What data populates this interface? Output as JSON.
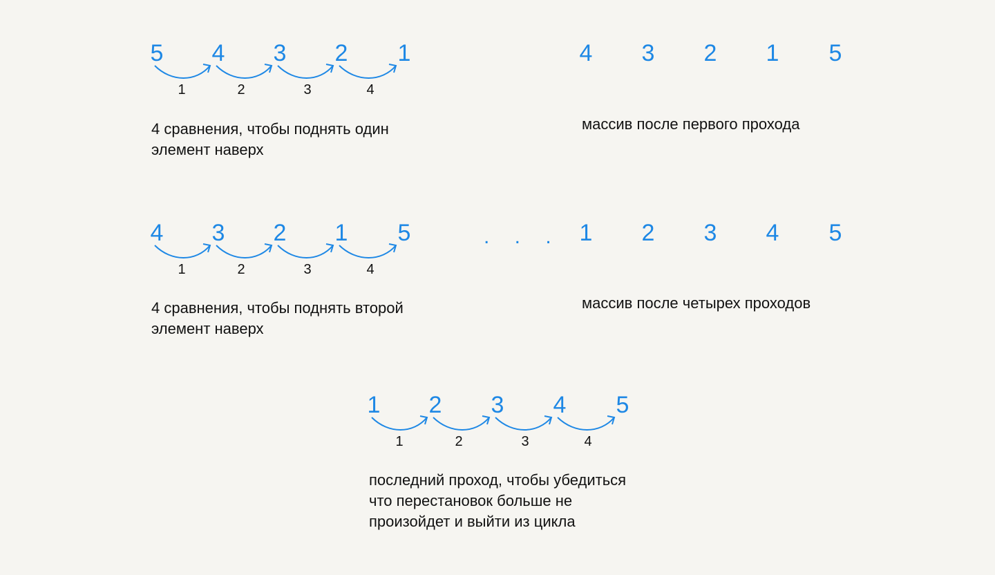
{
  "colors": {
    "accent": "#1e88e5",
    "text": "#111111",
    "background": "#f6f5f1"
  },
  "passes": [
    {
      "numbers": [
        "5",
        "4",
        "3",
        "2",
        "1"
      ],
      "comparisons": [
        "1",
        "2",
        "3",
        "4"
      ],
      "caption": [
        "4 сравнения, чтобы поднять один",
        "элемент наверх"
      ]
    },
    {
      "numbers": [
        "4",
        "3",
        "2",
        "1",
        "5"
      ],
      "comparisons": [
        "1",
        "2",
        "3",
        "4"
      ],
      "caption": [
        "4 сравнения, чтобы поднять второй",
        "элемент наверх"
      ]
    },
    {
      "numbers": [
        "1",
        "2",
        "3",
        "4",
        "5"
      ],
      "comparisons": [
        "1",
        "2",
        "3",
        "4"
      ],
      "caption": [
        "последний проход, чтобы убедиться",
        "что перестановок больше не",
        "произойдет и выйти из цикла"
      ]
    }
  ],
  "results": [
    {
      "numbers": [
        "4",
        "3",
        "2",
        "1",
        "5"
      ],
      "caption": "массив после первого прохода"
    },
    {
      "numbers": [
        "1",
        "2",
        "3",
        "4",
        "5"
      ],
      "caption": "массив после четырех проходов"
    }
  ],
  "ellipsis": ". . ."
}
